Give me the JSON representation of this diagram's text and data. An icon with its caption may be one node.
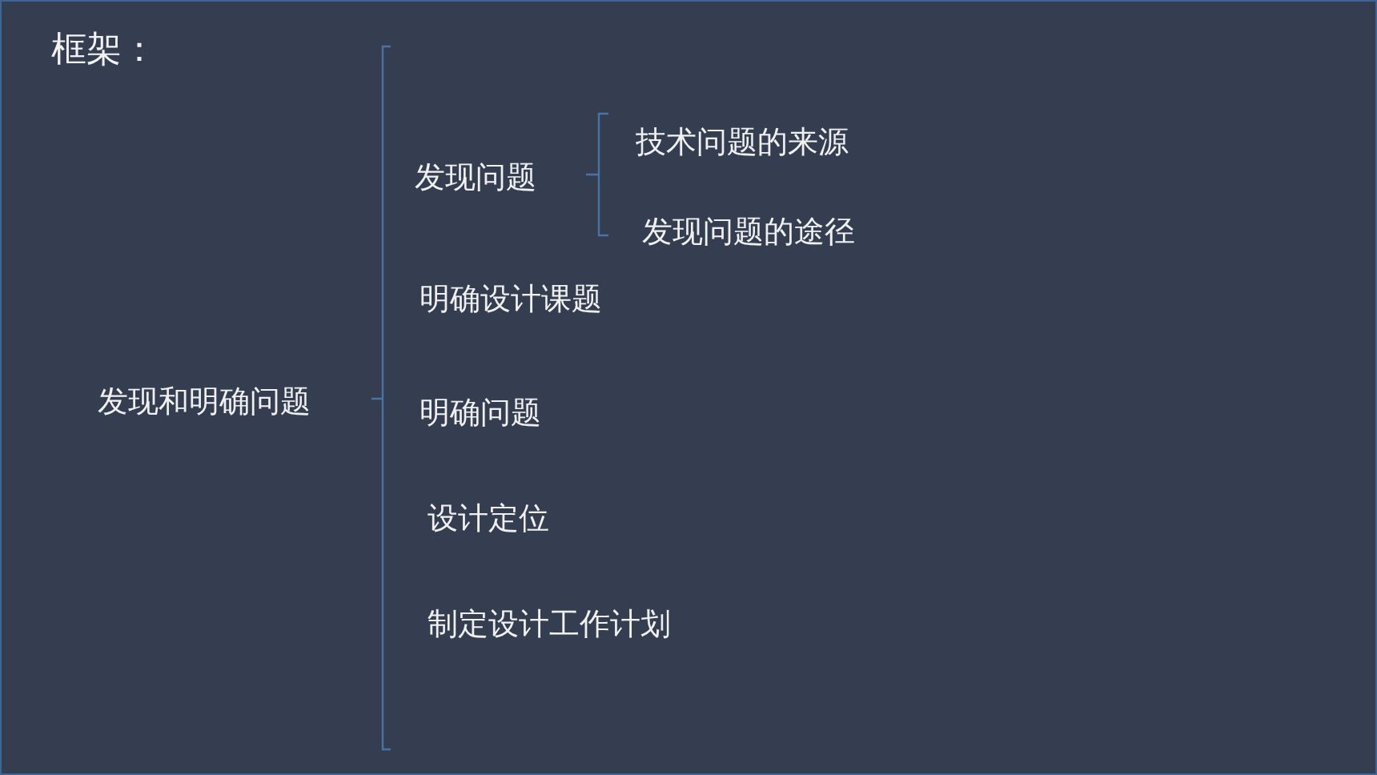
{
  "diagram": {
    "title": "框架：",
    "labels": [
      "发现和明确问题",
      "发现问题",
      "技术问题的来源",
      "发现问题的途径",
      "明确设计课题",
      "明确问题",
      "设计定位",
      "制定设计工作计划"
    ]
  }
}
